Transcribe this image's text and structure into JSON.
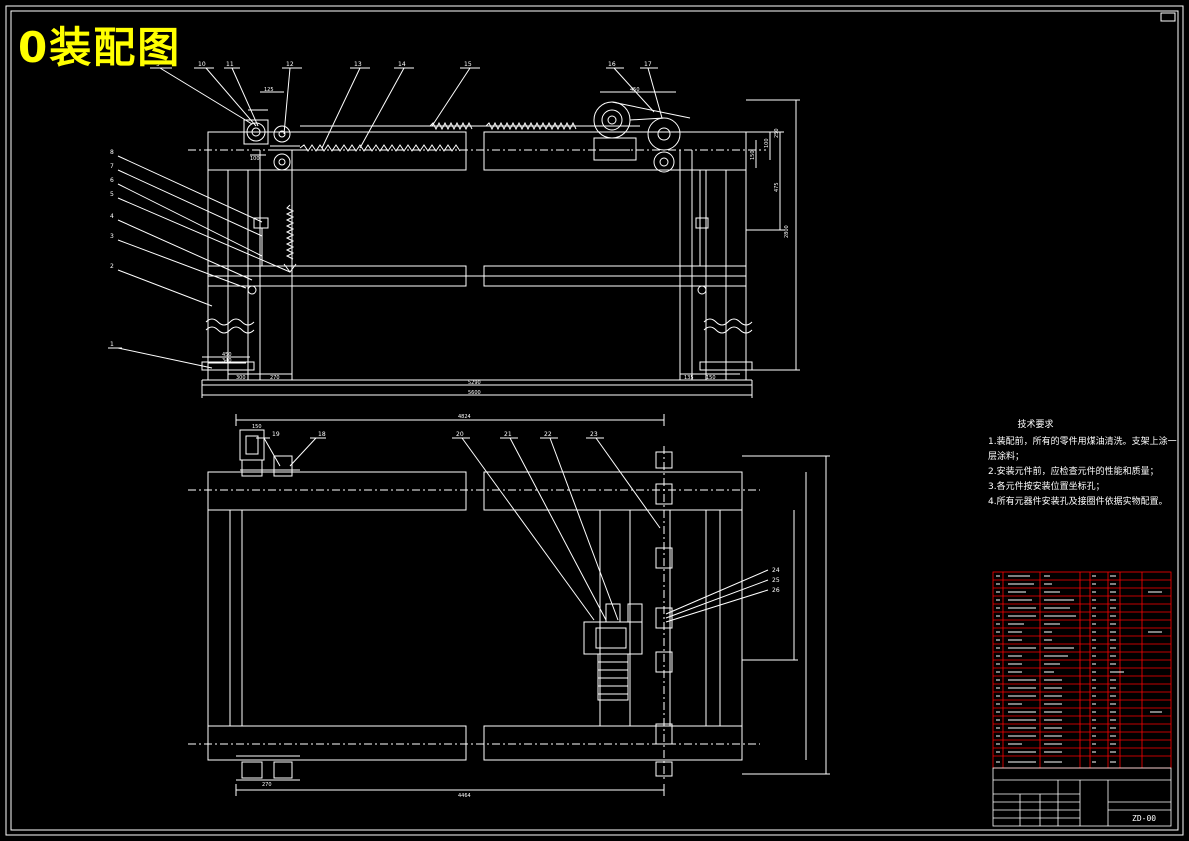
{
  "title": "0装配图",
  "notes": {
    "heading": "技术要求",
    "lines": [
      "1.装配前，所有的零件用煤油清洗。支架上涂一",
      "层涂料；",
      "2.安装元件前，应检查元件的性能和质量；",
      "3.各元件按安装位置坐标孔；",
      "4.所有元器件安装孔及接圈件依据实物配置。"
    ]
  },
  "callouts_top": [
    "1",
    "2",
    "3",
    "4",
    "5",
    "6",
    "7",
    "8",
    "9",
    "10",
    "11",
    "12",
    "13",
    "14",
    "15",
    "16",
    "17"
  ],
  "callouts_bottom": [
    "18",
    "19",
    "20",
    "21",
    "22",
    "23",
    "24",
    "25",
    "26"
  ],
  "dims_top": {
    "width_inner": "5290",
    "width_outer": "5600",
    "left_a": "450",
    "left_b": "340",
    "left_c": "300",
    "left_d": "270",
    "right_a": "135",
    "right_b": "150",
    "top_a": "125",
    "top_b": "100",
    "top_c": "450",
    "height_main": "2800",
    "height_r1": "250",
    "height_r2": "100",
    "height_r3": "150",
    "height_r4": "475"
  },
  "dims_bottom": {
    "top_width": "4824",
    "bottom_width": "4464",
    "left_w": "150",
    "left_sp": "270"
  },
  "titleblock": {
    "drawing_no": "ZD-00"
  },
  "colors": {
    "line": "#ffffff",
    "title": "#ffff00",
    "table": "#ff0000",
    "bg": "#000000"
  }
}
